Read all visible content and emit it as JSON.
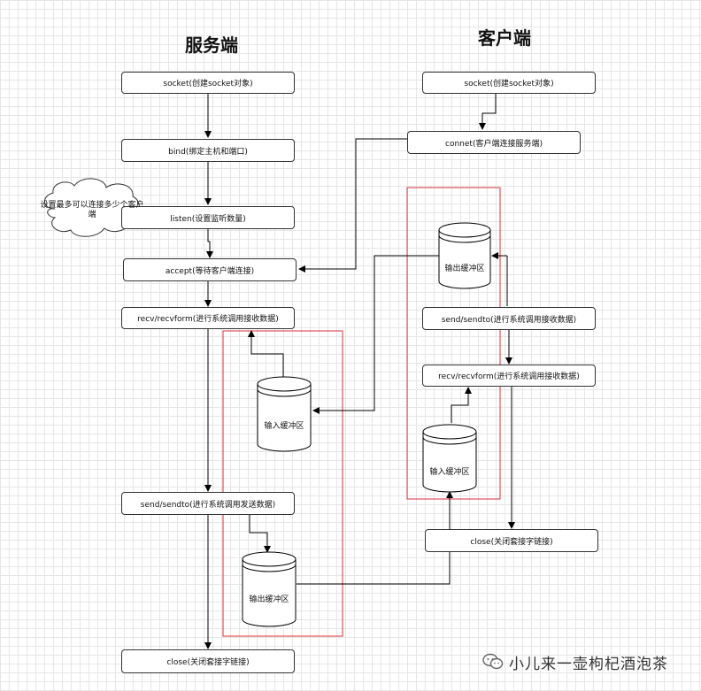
{
  "server": {
    "title": "服务端",
    "steps": {
      "socket": "socket(创建socket对象)",
      "bind": "bind(绑定主机和端口)",
      "listen": "listen(设置监听数量)",
      "accept": "accept(等待客户端连接)",
      "recv": "recv/recvform(进行系统调用接收数据)",
      "send": "send/sendto(进行系统调用发送数据)",
      "close": "close(关闭套接字链接)"
    },
    "buffers": {
      "input": "输入缓冲区",
      "output": "输出缓冲区"
    },
    "cloud_note": "设置最多可以连接多少个客户端"
  },
  "client": {
    "title": "客户端",
    "steps": {
      "socket": "socket(创建socket对象)",
      "connect": "connet(客户端连接服务端)",
      "send": "send/sendto(进行系统调用接收数据)",
      "recv": "recv/recvform(进行系统调用接收数据)",
      "close": "close(关闭套接字链接)"
    },
    "buffers": {
      "output": "输出缓冲区",
      "input": "输入缓冲区"
    }
  },
  "watermark": {
    "text": "小儿来一壶枸杞酒泡茶",
    "icon": "wechat-icon"
  },
  "colors": {
    "group_border": "#d9313b",
    "line": "#000000"
  }
}
